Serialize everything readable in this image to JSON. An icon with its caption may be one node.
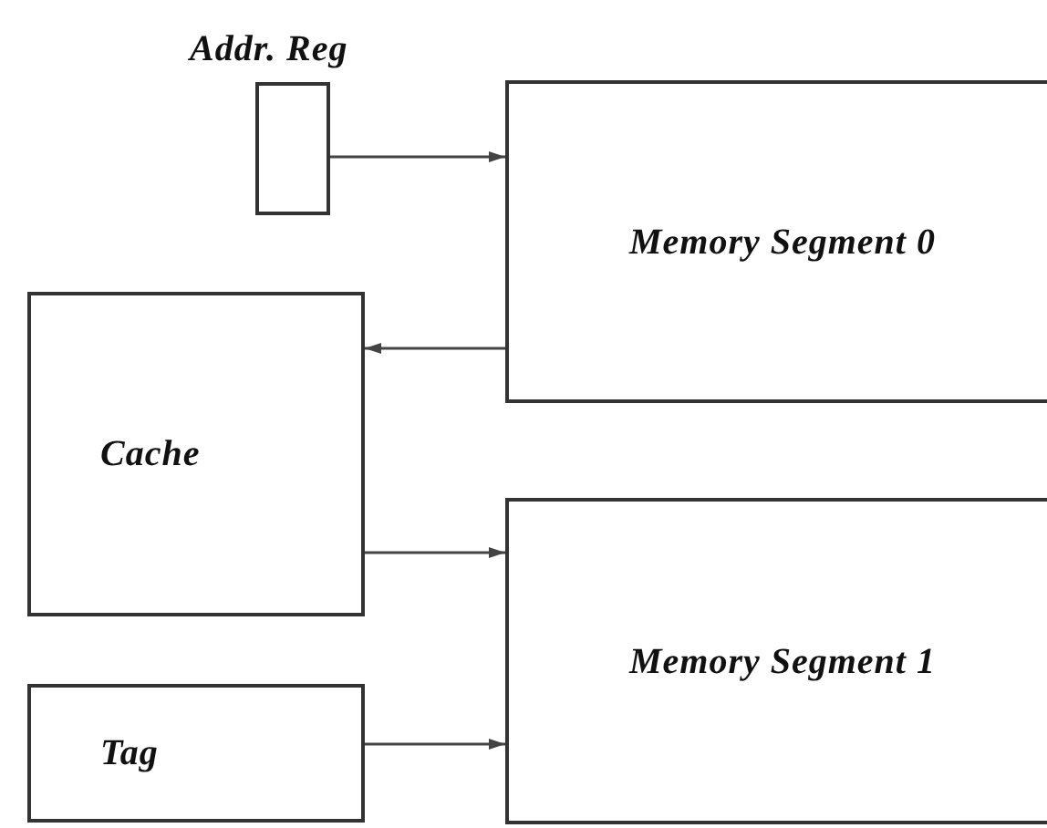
{
  "diagram": {
    "nodes": [
      {
        "text": [
          "Addr. Reg"
        ]
      },
      {
        "text": [
          "Memory Segment 0"
        ]
      },
      {
        "text": [
          "Cache"
        ]
      },
      {
        "text": [
          "Memory Segment 1"
        ]
      },
      {
        "text": [
          "Tag"
        ]
      }
    ],
    "edges": [
      {
        "from": 0,
        "to": 1,
        "arrow": "to"
      },
      {
        "from": 1,
        "to": 2,
        "arrow": "to"
      },
      {
        "from": 2,
        "to": 3,
        "arrow": "to"
      },
      {
        "from": 4,
        "to": 3,
        "arrow": "to"
      }
    ]
  }
}
